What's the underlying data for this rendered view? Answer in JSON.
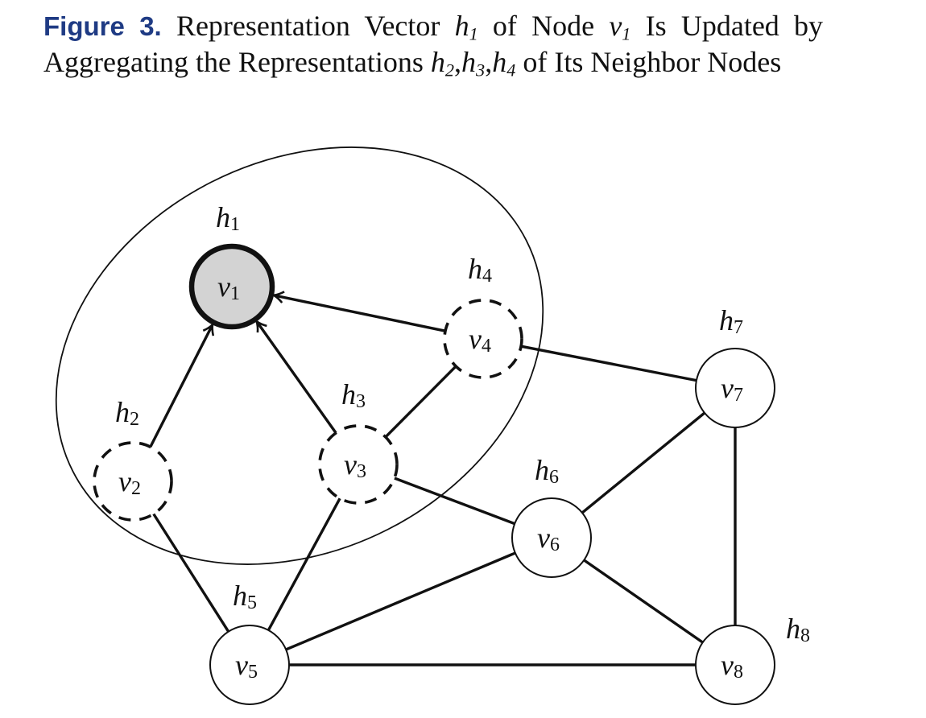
{
  "caption": {
    "label": "Figure 3.",
    "part1": "Representation Vector ",
    "h1_base": "h",
    "h1_sub": "1",
    "part2": " of Node ",
    "v1_base": "v",
    "v1_sub": "1",
    "part3": " Is Updated by Aggregating the Representations ",
    "h2_base": "h",
    "h2_sub": "2",
    "sep1": ",",
    "h3_base": "h",
    "h3_sub": "3",
    "sep2": ",",
    "h4_base": "h",
    "h4_sub": "4",
    "part4": " of Its Neighbor Nodes"
  },
  "colors": {
    "caption_label": "#1f3b84",
    "target_node_fill": "#d3d3d3",
    "stroke": "#111111"
  },
  "graph": {
    "nodes": [
      {
        "id": "v1",
        "base": "v",
        "sub": "1",
        "h_base": "h",
        "h_sub": "1",
        "style": "target"
      },
      {
        "id": "v2",
        "base": "v",
        "sub": "2",
        "h_base": "h",
        "h_sub": "2",
        "style": "neighbor"
      },
      {
        "id": "v3",
        "base": "v",
        "sub": "3",
        "h_base": "h",
        "h_sub": "3",
        "style": "neighbor"
      },
      {
        "id": "v4",
        "base": "v",
        "sub": "4",
        "h_base": "h",
        "h_sub": "4",
        "style": "neighbor"
      },
      {
        "id": "v5",
        "base": "v",
        "sub": "5",
        "h_base": "h",
        "h_sub": "5",
        "style": "normal"
      },
      {
        "id": "v6",
        "base": "v",
        "sub": "6",
        "h_base": "h",
        "h_sub": "6",
        "style": "normal"
      },
      {
        "id": "v7",
        "base": "v",
        "sub": "7",
        "h_base": "h",
        "h_sub": "7",
        "style": "normal"
      },
      {
        "id": "v8",
        "base": "v",
        "sub": "8",
        "h_base": "h",
        "h_sub": "8",
        "style": "normal"
      }
    ],
    "edges": [
      {
        "from": "v2",
        "to": "v1",
        "directed": true
      },
      {
        "from": "v3",
        "to": "v1",
        "directed": true
      },
      {
        "from": "v4",
        "to": "v1",
        "directed": true
      },
      {
        "from": "v3",
        "to": "v4",
        "directed": false
      },
      {
        "from": "v4",
        "to": "v7",
        "directed": false
      },
      {
        "from": "v2",
        "to": "v5",
        "directed": false
      },
      {
        "from": "v3",
        "to": "v5",
        "directed": false
      },
      {
        "from": "v3",
        "to": "v6",
        "directed": false
      },
      {
        "from": "v5",
        "to": "v6",
        "directed": false
      },
      {
        "from": "v5",
        "to": "v8",
        "directed": false
      },
      {
        "from": "v6",
        "to": "v7",
        "directed": false
      },
      {
        "from": "v6",
        "to": "v8",
        "directed": false
      },
      {
        "from": "v7",
        "to": "v8",
        "directed": false
      }
    ],
    "neighborhood_region": {
      "encloses": [
        "v1",
        "v2",
        "v3",
        "v4"
      ]
    }
  }
}
